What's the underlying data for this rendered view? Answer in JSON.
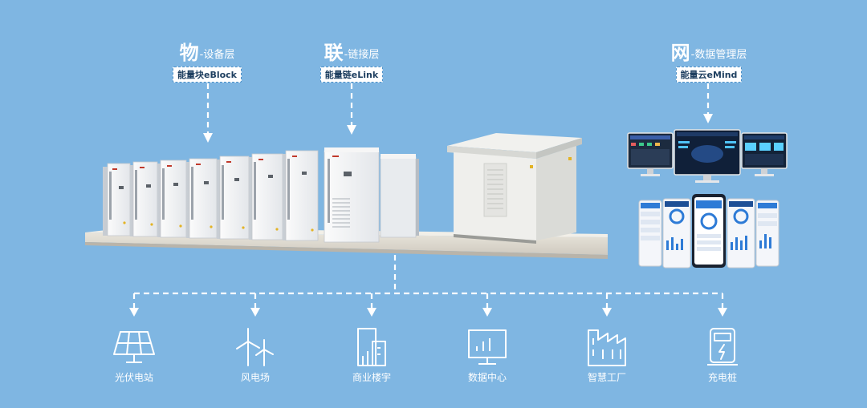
{
  "layers": [
    {
      "char": "物",
      "name": "-设备层",
      "tag": "能量块eBlock"
    },
    {
      "char": "联",
      "name": "-链接层",
      "tag": "能量链eLink"
    },
    {
      "char": "网",
      "name": "-数据管理层",
      "tag": "能量云eMind"
    }
  ],
  "applications": [
    {
      "label": "光伏电站",
      "icon": "solar-panel-icon"
    },
    {
      "label": "风电场",
      "icon": "wind-turbine-icon"
    },
    {
      "label": "商业楼宇",
      "icon": "commercial-building-icon"
    },
    {
      "label": "数据中心",
      "icon": "data-center-icon"
    },
    {
      "label": "智慧工厂",
      "icon": "smart-factory-icon"
    },
    {
      "label": "充电桩",
      "icon": "charging-pile-icon"
    }
  ],
  "colors": {
    "background": "#7fb6e2",
    "line": "#ffffff",
    "tag_border": "#4a8fc7",
    "tag_text": "#1d3e5f"
  }
}
